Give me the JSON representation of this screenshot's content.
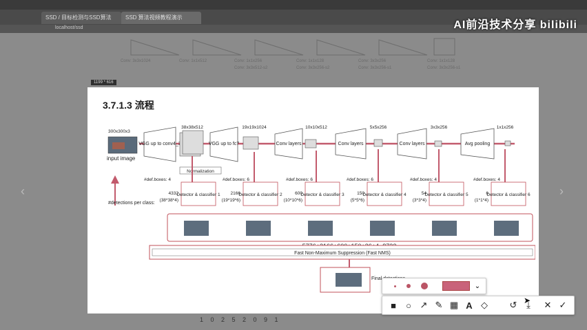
{
  "browser": {
    "tabs": [
      {
        "label": "SSD / 目标检测与SSD算法"
      },
      {
        "label": "SSD 算法视频教程演示"
      }
    ],
    "address": "localhost/ssd"
  },
  "watermark": {
    "text": "AI前沿技术分享 bilibili"
  },
  "size_badge": "1199 * 616",
  "slide": {
    "title": "3.7.1.3 流程",
    "input_label": "input image",
    "input_size": "300x300x3",
    "detections_label": "#detections per class:",
    "normalization": "Normalization",
    "feature_sizes": [
      "38x38x512",
      "19x19x1024",
      "10x10x512",
      "5x5x256",
      "3x3x256",
      "1x1x256"
    ],
    "blocks": [
      "VGG up to conv4_3",
      "VGG up to fc7",
      "Conv layers",
      "Conv layers",
      "Conv layers",
      "Avg pooling"
    ],
    "def_boxes": [
      "#def.boxes: 4",
      "#def.boxes: 6",
      "#def.boxes: 6",
      "#def.boxes: 6",
      "#def.boxes: 4",
      "#def.boxes: 4"
    ],
    "classifiers": [
      "Detector & classifier 1",
      "Detector & classifier 2",
      "Detector & classifier 3",
      "Detector & classifier 4",
      "Detector & classifier 5",
      "Detector & classifier 6"
    ],
    "counts": [
      "4332",
      "2166",
      "600",
      "150",
      "54",
      "6"
    ],
    "formulas": [
      "(38*38*4)",
      "(19*19*6)",
      "(10*10*6)",
      "(5*5*6)",
      "(3*3*4)",
      "(1*1*4)"
    ],
    "sum": "5776+2166+600+150+36+4=8732",
    "nms": "Fast Non-Maximum Suppression (Fast NMS)",
    "final": "Final detections"
  },
  "colors": {
    "accent": "#c9637a",
    "box": "#c0505a",
    "arrow": "#c25a6c"
  },
  "toolbar": {
    "top_tools": [
      "dot-small",
      "dot-medium",
      "dot-large",
      "color-swatch",
      "chevron-down-icon"
    ],
    "tools": [
      "rect-icon",
      "circle-icon",
      "arrow-icon",
      "pen-icon",
      "mosaic-icon",
      "text-icon",
      "eraser-icon",
      "undo-icon",
      "download-icon",
      "close-icon",
      "check-icon"
    ],
    "text_tool_label": "A"
  },
  "taskbar": "1 0 2 5 2 0 9 1"
}
